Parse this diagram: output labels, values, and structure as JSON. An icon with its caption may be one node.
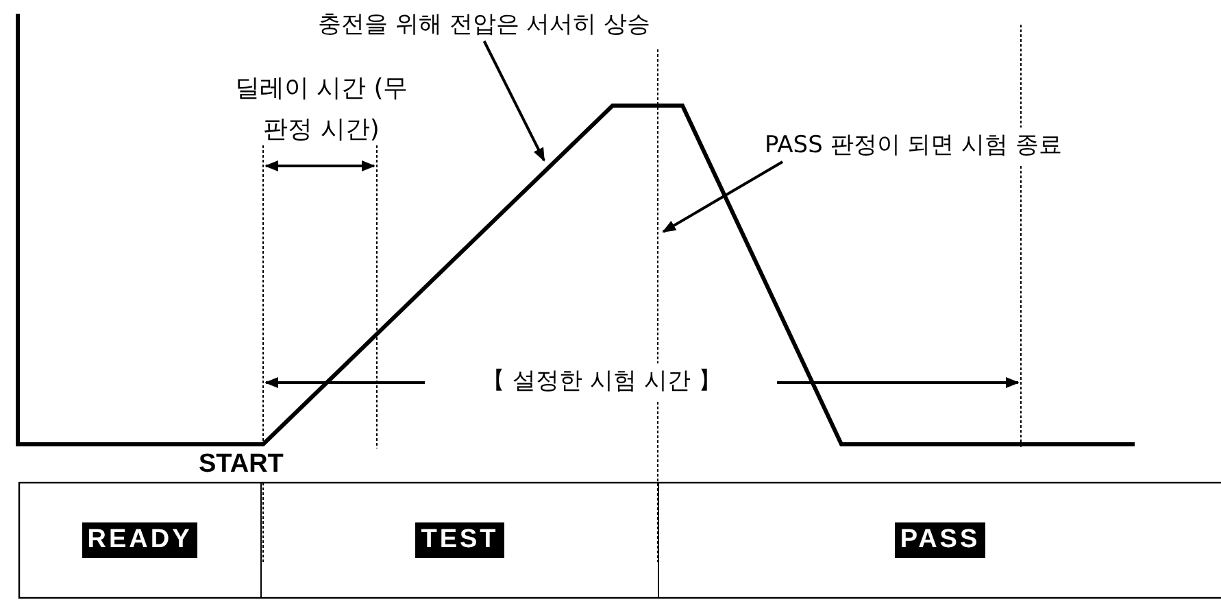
{
  "diagram": {
    "nodes": [
      {
        "text": [
          "충전을 위해 전압은 서서히 상승"
        ]
      },
      {
        "text": [
          "PASS 판정이 되면 시험 종료"
        ]
      },
      {
        "text": [
          "READY"
        ]
      },
      {
        "text": [
          "TEST"
        ]
      },
      {
        "text": [
          "PASS"
        ]
      }
    ],
    "edges": [
      {
        "from": 0,
        "to": null,
        "arrow": "to"
      },
      {
        "from": 1,
        "to": null,
        "arrow": "to"
      }
    ],
    "labels": [
      "딜레이 시간 (무판정 시간)",
      "【 설정한 시험 시간 】",
      "START"
    ]
  }
}
